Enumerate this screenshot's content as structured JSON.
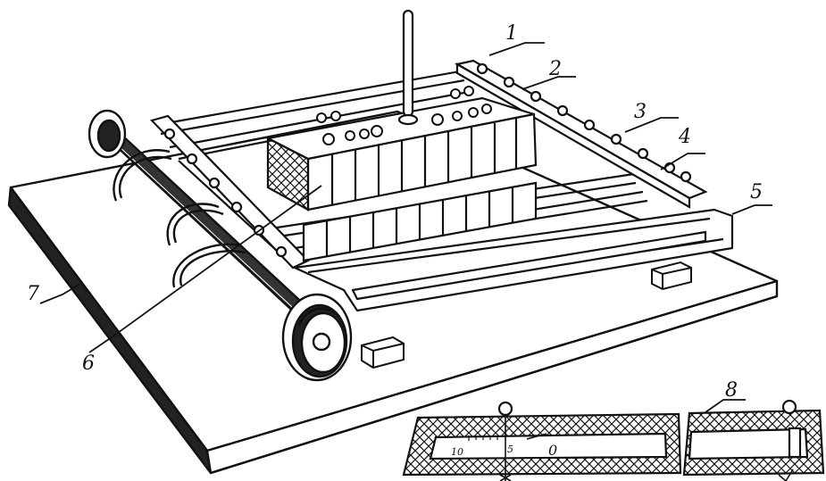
{
  "figure": {
    "labels": {
      "l1": "1",
      "l2": "2",
      "l3": "3",
      "l4": "4",
      "l5": "5",
      "l6": "6",
      "l7": "7",
      "l8": "8"
    },
    "scale_marks": {
      "left": "10",
      "mid": "5",
      "right": "0"
    }
  }
}
